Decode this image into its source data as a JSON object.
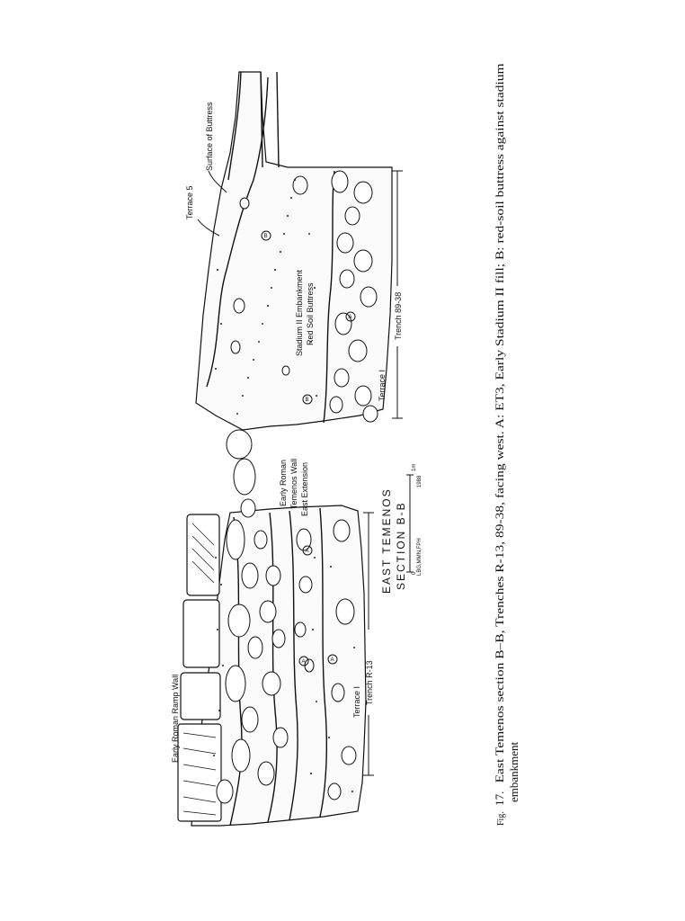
{
  "figure": {
    "labels": {
      "early_roman_ramp_wall": "Early Roman Ramp Wall",
      "terrace_1_left": "Terrace I",
      "trench_r13": "Trench R-13",
      "early_roman": "Early Roman",
      "temenos_wall": "Temenos Wall",
      "east_extension": "East Extension",
      "east_temenos": "EAST TEMENOS",
      "section_bb": "SECTION B-B",
      "scale_m": "1m",
      "scale_zero": "0",
      "authors": "LBG,MMN,FPH",
      "year": "1988",
      "stadium_embankment": "Stadium II Embankment",
      "red_soil_buttress": "Red Soil Buttress",
      "terrace_1_right": "Terrace I",
      "trench_8938": "Trench 89-38",
      "terrace_5": "Terrace 5",
      "surface_of_buttress": "Surface of Buttress",
      "marker_a": "A",
      "marker_b": "B"
    },
    "caption": {
      "fig_prefix": "Fig.",
      "fig_number": "17.",
      "line1": "East Temenos section B–B, Trenches R-13, 89-38, facing west. A: ET3, Early Stadium II fill; B: red-soil buttress against stadium",
      "line2": "embankment"
    }
  }
}
